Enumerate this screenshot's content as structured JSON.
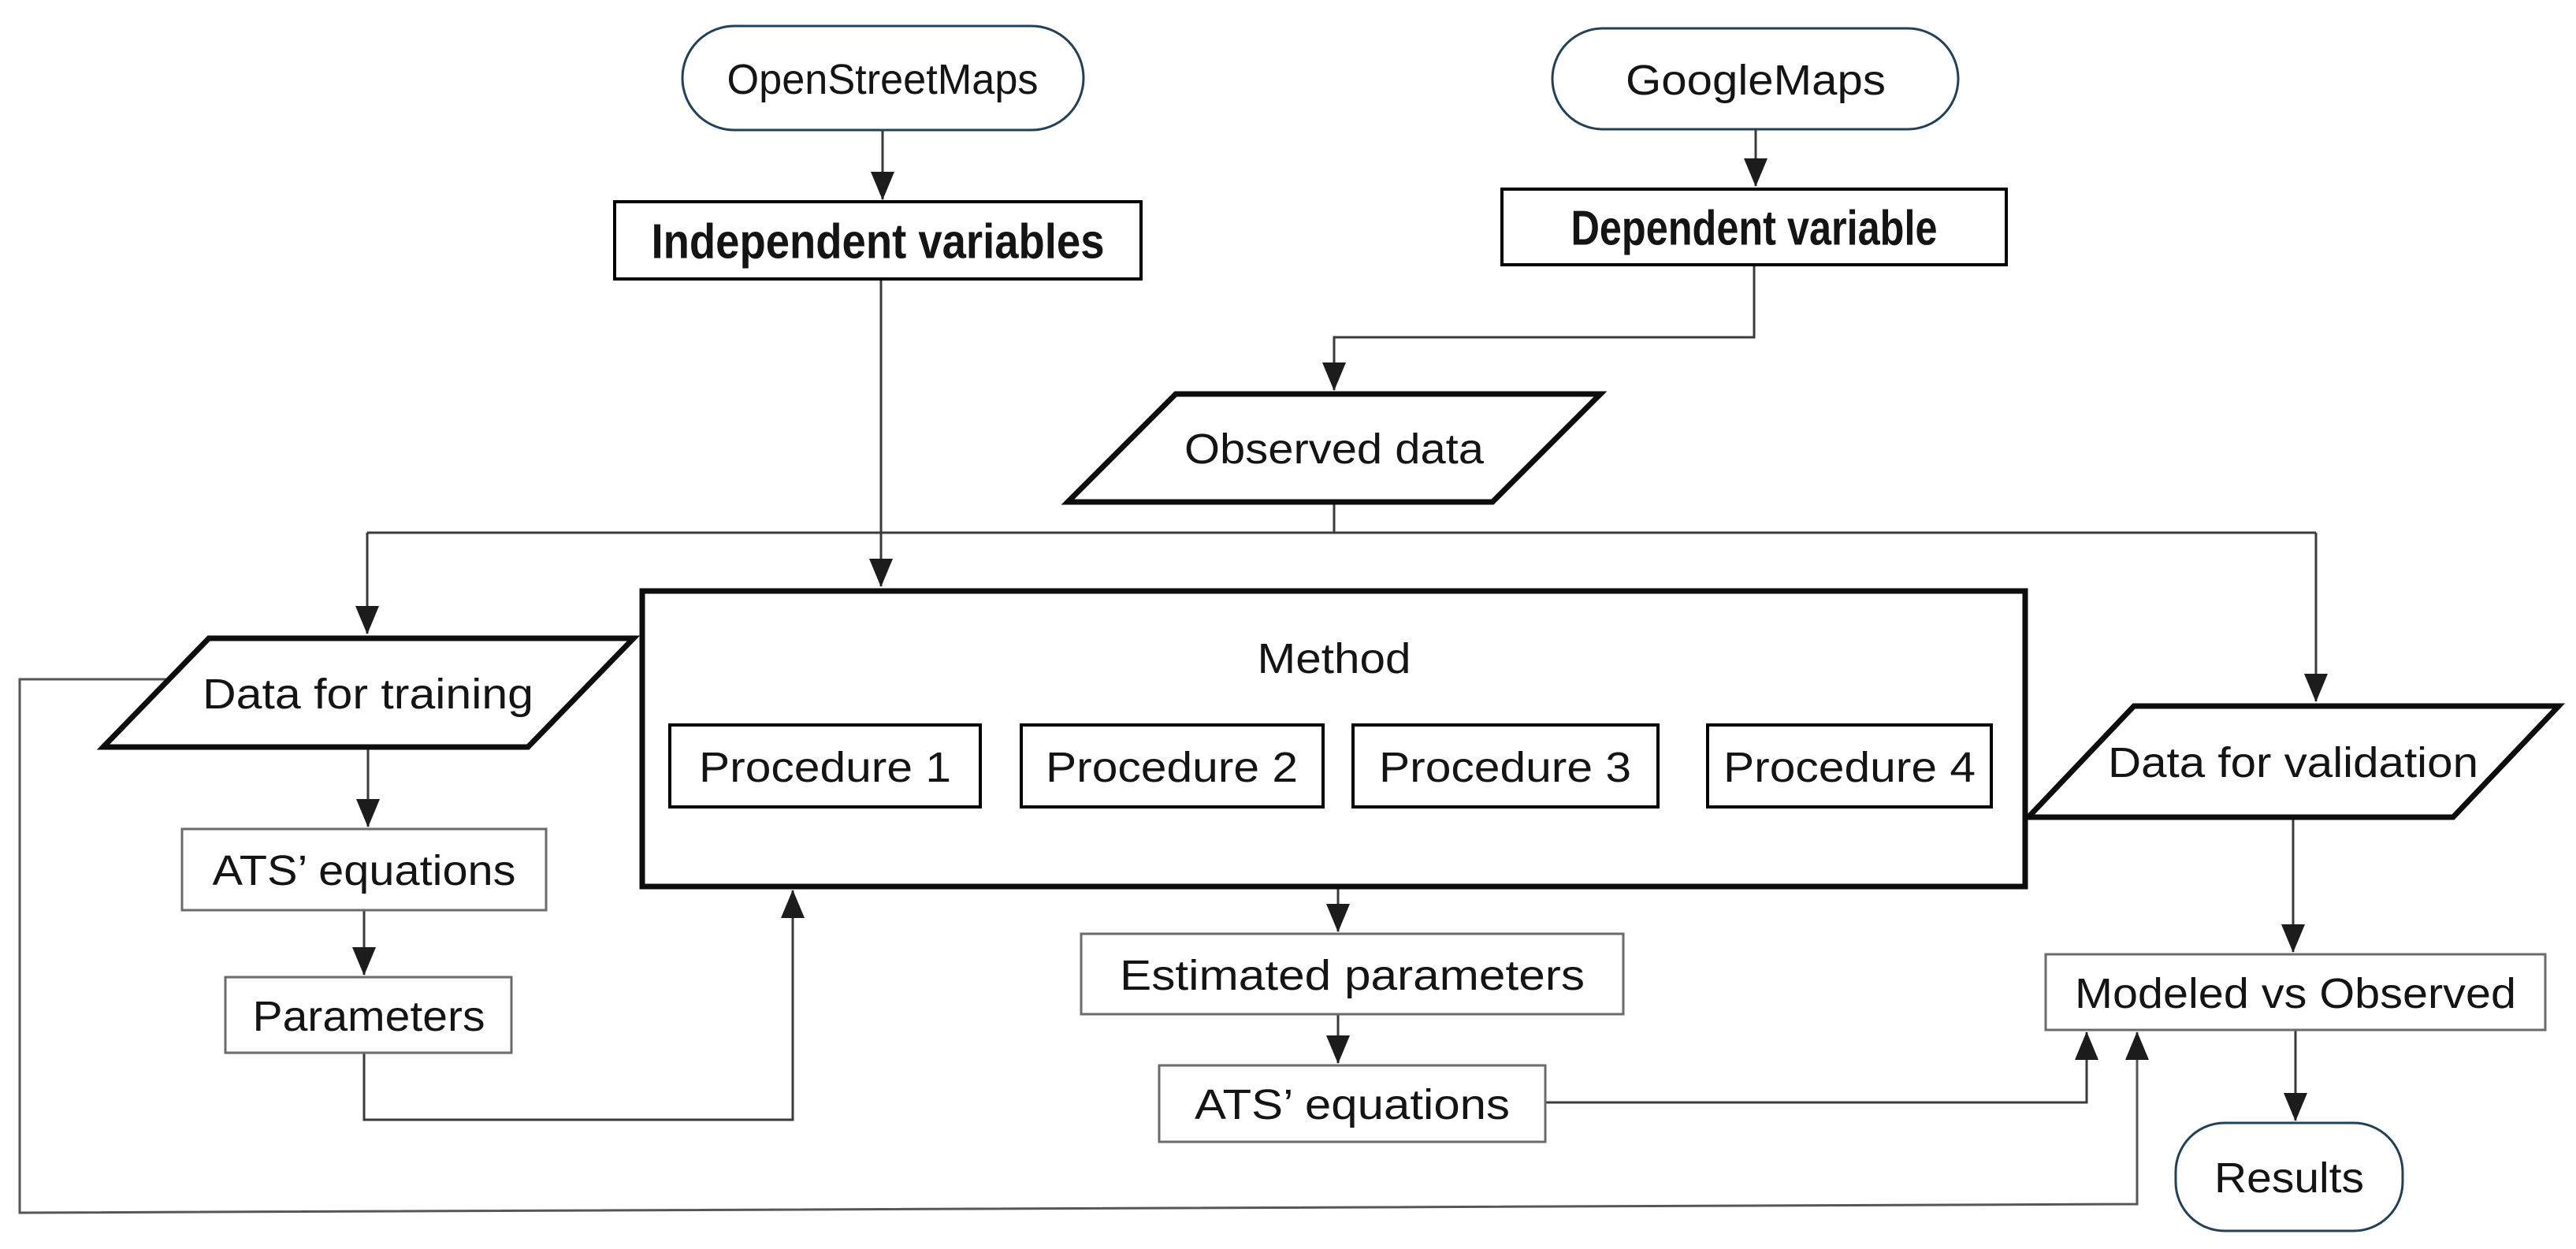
{
  "nodes": {
    "openstreetmaps": {
      "label": "OpenStreetMaps"
    },
    "googlemaps": {
      "label": "GoogleMaps"
    },
    "independent_variables": {
      "label": "Independent variables"
    },
    "dependent_variable": {
      "label": "Dependent variable"
    },
    "observed_data": {
      "label": "Observed data"
    },
    "data_for_training": {
      "label": "Data for training"
    },
    "data_for_validation": {
      "label": "Data for validation"
    },
    "method": {
      "label": "Method",
      "procedures": [
        {
          "label": "Procedure 1"
        },
        {
          "label": "Procedure 2"
        },
        {
          "label": "Procedure 3"
        },
        {
          "label": "Procedure 4"
        }
      ]
    },
    "ats_equations_training": {
      "label": "ATS’ equations"
    },
    "parameters": {
      "label": "Parameters"
    },
    "estimated_parameters": {
      "label": "Estimated parameters"
    },
    "ats_equations_estimated": {
      "label": "ATS’ equations"
    },
    "modeled_vs_observed": {
      "label": "Modeled vs Observed"
    },
    "results": {
      "label": "Results"
    }
  },
  "colors": {
    "terminal_border": "#21405a",
    "box_border": "#000000",
    "thin_box_border": "#6b6b6b",
    "connector": "#3a3a3a",
    "text": "#141414",
    "background": "#ffffff"
  }
}
